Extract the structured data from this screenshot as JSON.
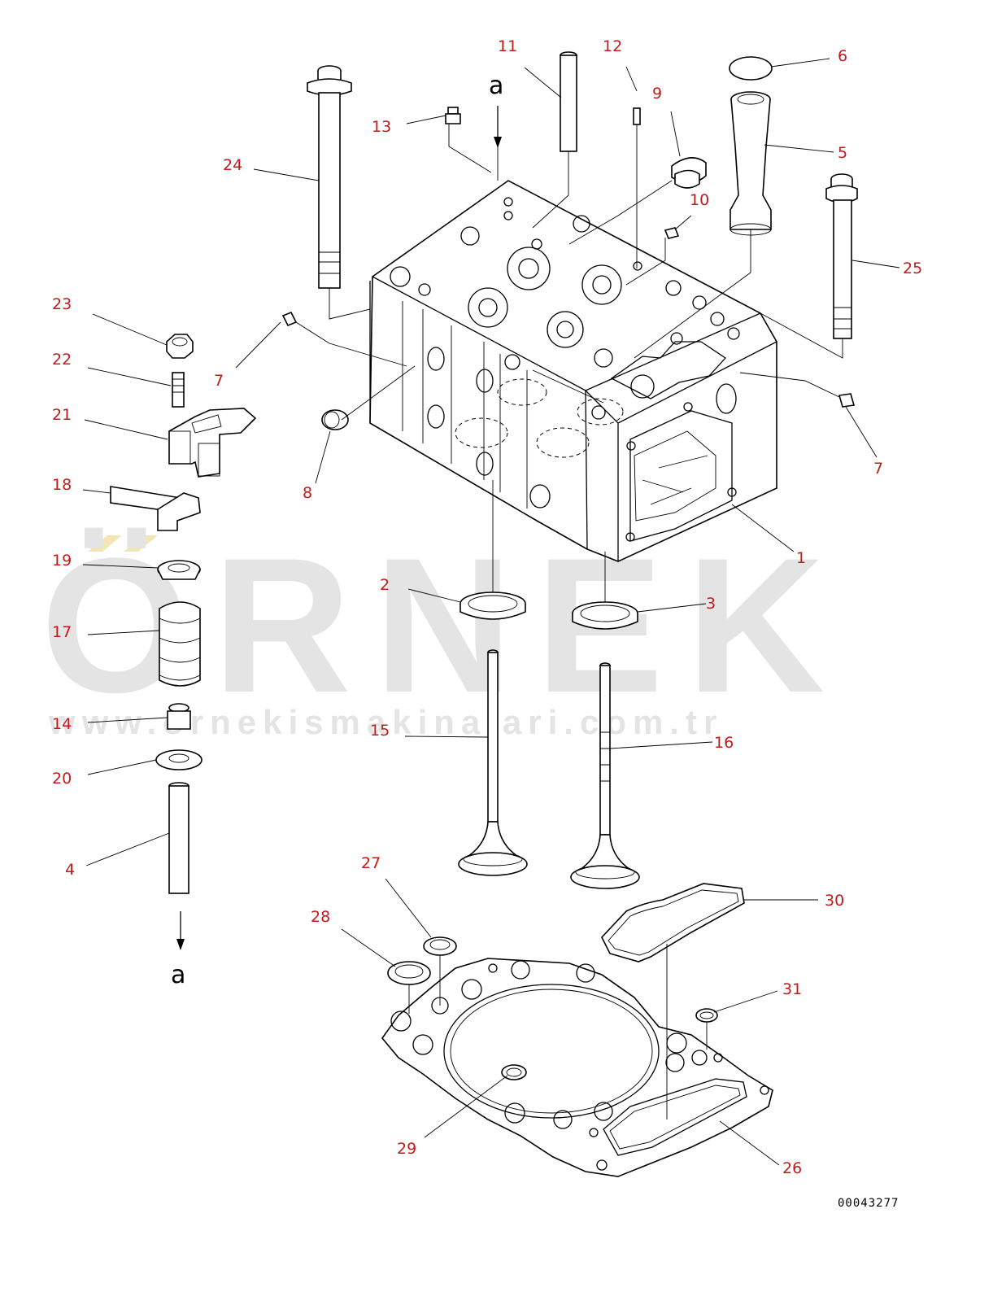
{
  "watermark": {
    "brand": "ÖRNEK",
    "url": "www.ornekismakinalari.com.tr"
  },
  "drawing_code": "00043277",
  "section_marker": "a",
  "callouts": [
    "1",
    "2",
    "3",
    "4",
    "5",
    "6",
    "7",
    "7",
    "8",
    "9",
    "10",
    "11",
    "12",
    "13",
    "14",
    "15",
    "16",
    "17",
    "18",
    "19",
    "20",
    "21",
    "22",
    "23",
    "24",
    "25",
    "26",
    "27",
    "28",
    "29",
    "30",
    "31"
  ],
  "colors": {
    "callout": "#c31a1a",
    "line": "#000000",
    "watermark": "#e4e4e4"
  }
}
